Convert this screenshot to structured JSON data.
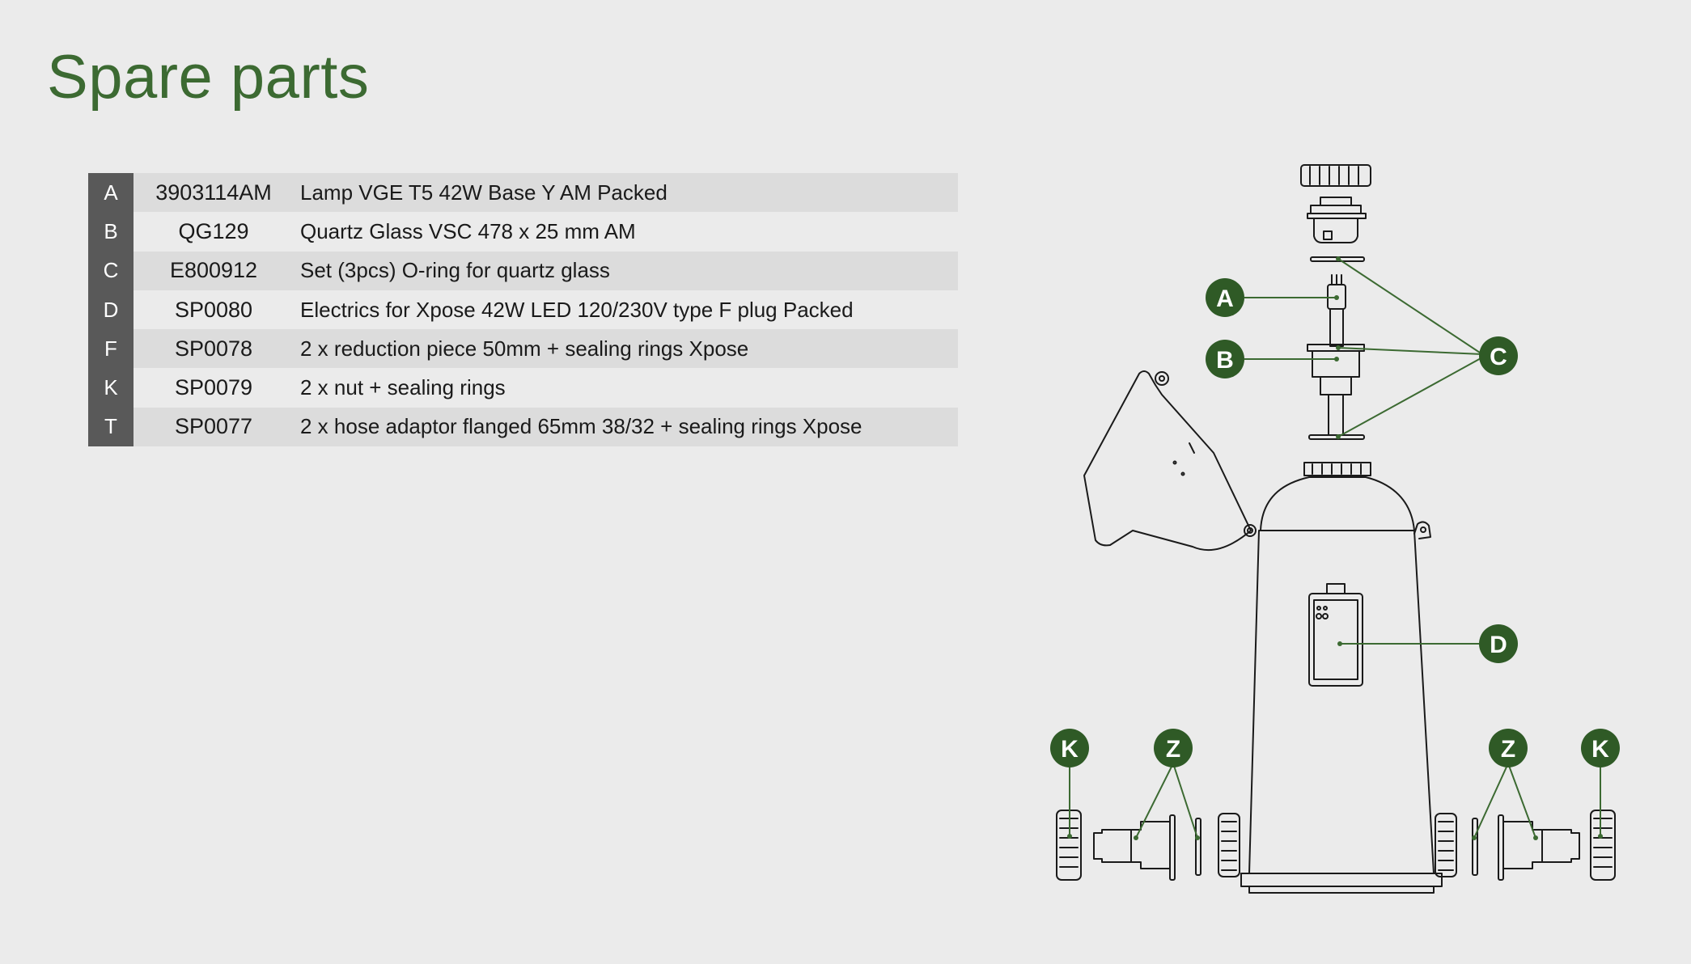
{
  "page": {
    "title": "Spare parts"
  },
  "parts": [
    {
      "letter": "A",
      "code": "3903114AM",
      "description": "Lamp VGE T5 42W Base Y AM Packed"
    },
    {
      "letter": "B",
      "code": "QG129",
      "description": "Quartz Glass VSC 478 x 25 mm AM"
    },
    {
      "letter": "C",
      "code": "E800912",
      "description": "Set (3pcs) O-ring for quartz glass"
    },
    {
      "letter": "D",
      "code": "SP0080",
      "description": "Electrics for Xpose 42W LED 120/230V type F plug Packed"
    },
    {
      "letter": "F",
      "code": "SP0078",
      "description": "2 x reduction piece 50mm + sealing rings Xpose"
    },
    {
      "letter": "K",
      "code": "SP0079",
      "description": "2 x nut + sealing rings"
    },
    {
      "letter": "T",
      "code": "SP0077",
      "description": "2 x hose adaptor flanged 65mm 38/32 + sealing rings Xpose"
    }
  ],
  "diagram": {
    "callouts": {
      "a": "A",
      "b": "B",
      "c": "C",
      "d": "D",
      "k_left": "K",
      "z_left": "Z",
      "z_right": "Z",
      "k_right": "K"
    }
  },
  "colors": {
    "title": "#3c6a32",
    "callout_fill": "#2f5a26",
    "leader_line": "#3c6a32",
    "letter_cell": "#595959",
    "row_shade": "#dcdcdc"
  }
}
